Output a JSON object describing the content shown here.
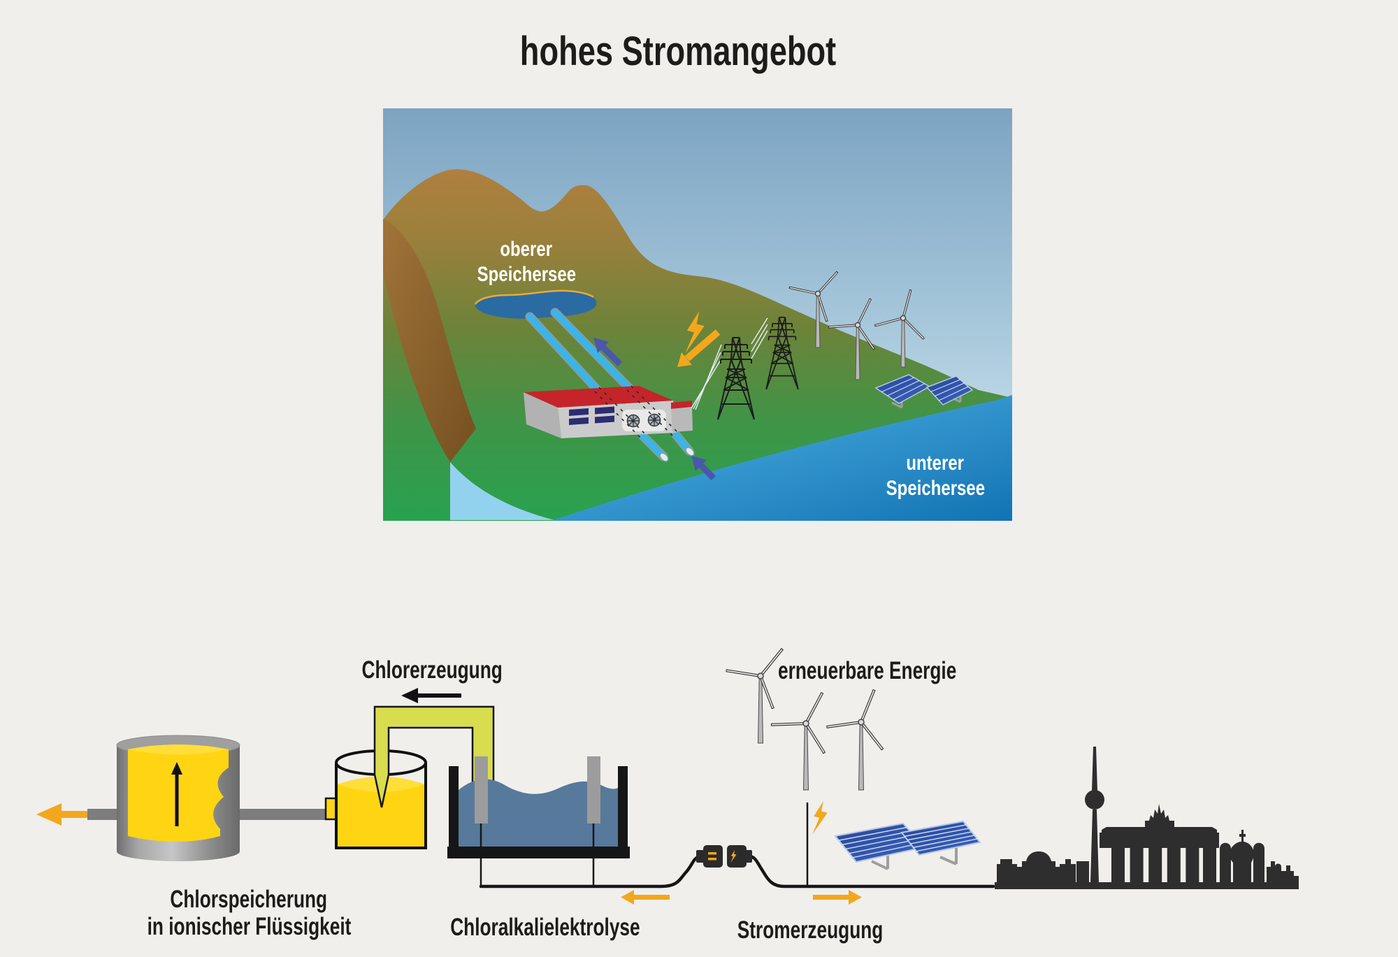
{
  "title": "hohes Stromangebot",
  "illustration": {
    "upper_reservoir_label_line1": "oberer",
    "upper_reservoir_label_line2": "Speichersee",
    "lower_reservoir_label_line1": "unterer",
    "lower_reservoir_label_line2": "Speichersee"
  },
  "process": {
    "chlorine_production_label": "Chlorerzeugung",
    "chlorine_storage_label_line1": "Chlorspeicherung",
    "chlorine_storage_label_line2": "in ionischer Flüssigkeit",
    "electrolysis_label": "Chloralkalielektrolyse",
    "renewable_energy_label": "erneuerbare Energie",
    "power_generation_label": "Stromerzeugung"
  },
  "colors": {
    "background": "#f0efec",
    "accent_orange": "#F3A71D",
    "chlorine_yellow": "#FFD513",
    "pipe_olive": "#D8DC4F",
    "electrolyte_blue": "#57799B",
    "water_light_blue": "#55B7E6",
    "water_deep_blue": "#1273B4",
    "reservoir_blue": "#2A6BA4",
    "arrow_indigo": "#4A57AB",
    "roof_red": "#C5242B",
    "silhouette_black": "#2E2E2E"
  }
}
